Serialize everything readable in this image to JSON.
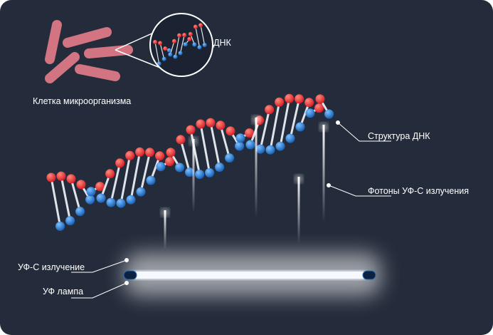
{
  "labels": {
    "cell": "Клетка микроорганизма",
    "dna": "ДНК",
    "dna_structure": "Структура ДНК",
    "photons": "Фотоны УФ-С излучения",
    "uvc_radiation": "УФ-С излучение",
    "uv_lamp": "УФ лампа"
  },
  "colors": {
    "background": "#242c3b",
    "bacteria": "#d27482",
    "strand_red": "#e8383a",
    "strand_blue": "#2f86d6",
    "lamp_glow": "#ffffff"
  }
}
